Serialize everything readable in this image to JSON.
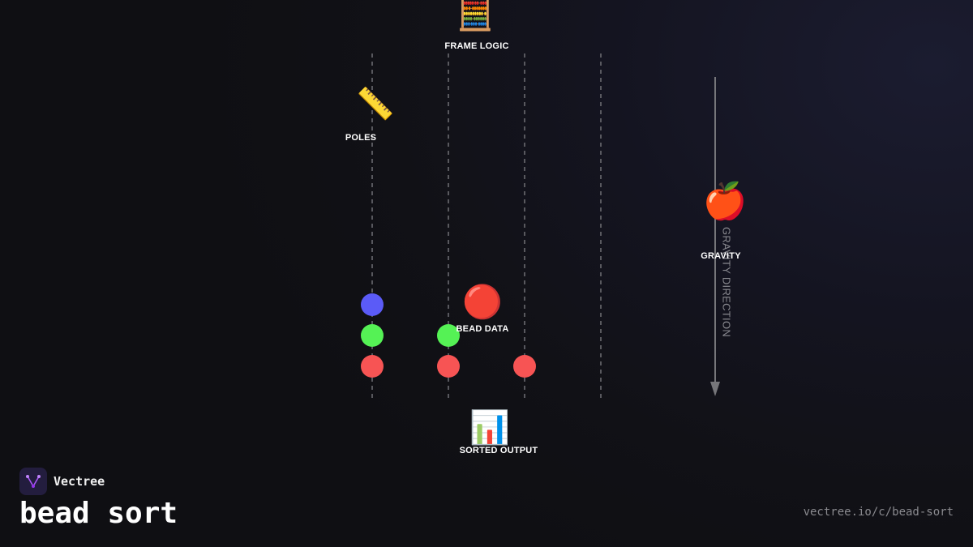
{
  "nodes": {
    "frame_logic": {
      "icon": "🧮",
      "icon_name": "abacus-icon",
      "label": "FRAME LOGIC"
    },
    "poles": {
      "icon": "📏",
      "icon_name": "ruler-icon",
      "label": "POLES"
    },
    "gravity": {
      "icon": "🍎",
      "icon_name": "apple-icon",
      "label": "GRAVITY"
    },
    "bead_data": {
      "icon": "🔴",
      "icon_name": "red-circle-icon",
      "label": "BEAD DATA"
    },
    "sorted_output": {
      "icon": "📊",
      "icon_name": "bar-chart-icon",
      "label": "SORTED OUTPUT"
    }
  },
  "gravity_axis_label": "GRAVITY DIRECTION",
  "beads": {
    "pole_count": 4,
    "colors": {
      "blue": "#5b5bf7",
      "green": "#55f255",
      "red": "#f75454"
    },
    "columns": [
      [
        "blue",
        "green",
        "red"
      ],
      [
        "green",
        "red"
      ],
      [
        "red"
      ],
      []
    ]
  },
  "colors": {
    "pole": "#6b6b70",
    "gravity_arrow": "#76767a",
    "logo_accent": "#a855f7"
  },
  "footer": {
    "brand": "Vectree",
    "title": "bead sort",
    "url": "vectree.io/c/bead-sort"
  }
}
